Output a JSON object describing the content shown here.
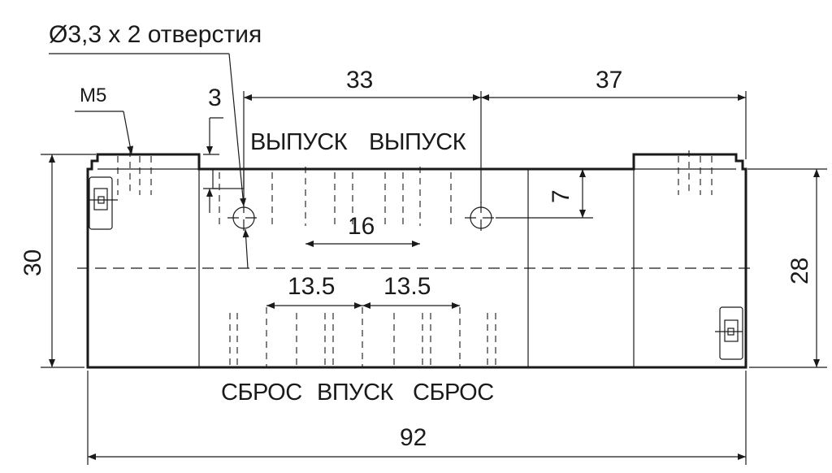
{
  "labels": {
    "holes_note": "Ø3,3 x 2 отверстия",
    "thread": "M5",
    "dim_3": "3",
    "dim_33": "33",
    "dim_37": "37",
    "dim_7": "7",
    "dim_16": "16",
    "dim_13_5_left": "13.5",
    "dim_13_5_right": "13.5",
    "dim_30": "30",
    "dim_28": "28",
    "dim_92": "92",
    "port_out_1": "ВЫПУСК",
    "port_out_2": "ВЫПУСК",
    "port_exhaust_1": "СБРОС",
    "port_inlet": "ВПУСК",
    "port_exhaust_2": "СБРОС"
  }
}
